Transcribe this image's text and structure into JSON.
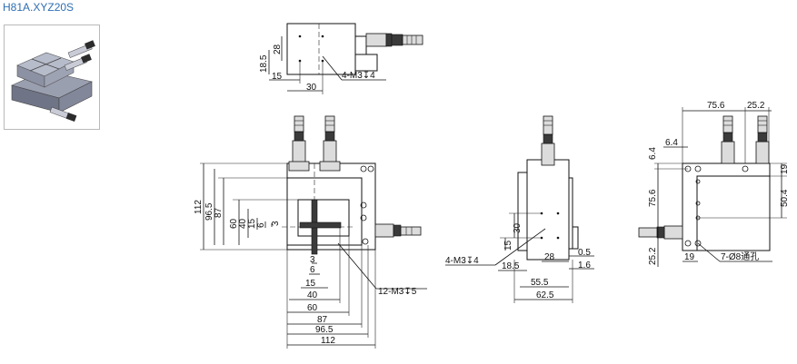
{
  "model_title": "H81A.XYZ20S",
  "colors": {
    "title": "#2f6fb3",
    "line": "#111111",
    "thumb_border": "#b9b9b9"
  },
  "top_view": {
    "dims": [
      "28",
      "18.5",
      "15",
      "30"
    ],
    "note": "4-M3↧4"
  },
  "front_view": {
    "vertical_dims": [
      "112",
      "96.5",
      "87",
      "60",
      "40",
      "15",
      "6",
      "3"
    ],
    "horizontal_dims": [
      "3",
      "6",
      "15",
      "40",
      "60",
      "87",
      "96.5",
      "112"
    ],
    "note": "12-M3↧5"
  },
  "side_view": {
    "dims": [
      "30",
      "15",
      "18.5",
      "28",
      "0.5",
      "1.6",
      "55.5",
      "62.5"
    ],
    "note": "4-M3↧4"
  },
  "right_view": {
    "dims": [
      "75.6",
      "25.2",
      "6.4",
      "6.4",
      "75.6",
      "19",
      "50.4",
      "25.2",
      "19"
    ],
    "note": "7-Ø8通孔"
  }
}
